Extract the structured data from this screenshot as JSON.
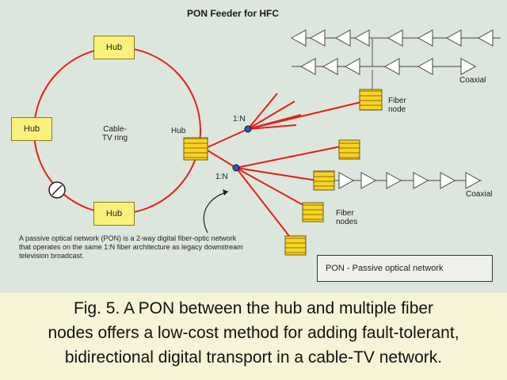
{
  "diagram": {
    "title": "PON Feeder for HFC",
    "ring_label": "Cable-TV ring",
    "hub_label": "Hub",
    "hubs": [
      "Hub",
      "Hub",
      "Hub"
    ],
    "splitter_labels": [
      "1:N",
      "1:N"
    ],
    "fiber_node_upper": "Fiber node",
    "fiber_nodes_lower": "Fiber nodes",
    "coaxial_labels": [
      "Coaxial",
      "Coaxial"
    ],
    "note": "A passive optical network (PON) is a 2-way digital fiber-optic network that operates on the same 1:N fiber architecture as legacy downstream television broadcast.",
    "legend": "PON - Passive optical network",
    "colors": {
      "fiber": "#e0201c",
      "hub": "#fbf07c",
      "background": "#dde6dc",
      "caption_bg": "#f7f3d6"
    }
  },
  "caption": {
    "line1": "Fig. 5. A PON between the hub and multiple fiber",
    "line2": "nodes offers a low-cost method for adding fault-tolerant,",
    "line3": "bidirectional digital transport in a cable-TV network."
  }
}
